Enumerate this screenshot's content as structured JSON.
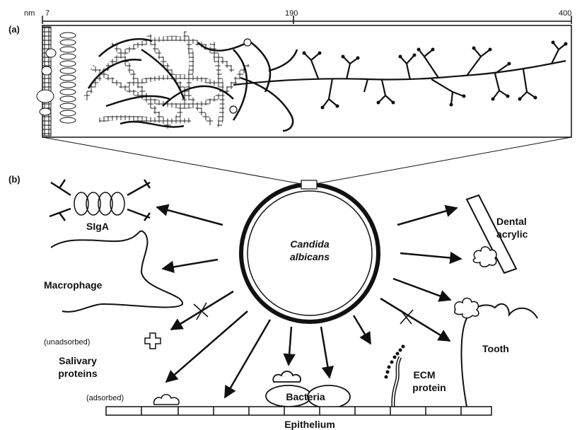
{
  "scale": {
    "unit": "nm",
    "ticks": [
      "7",
      "190",
      "400"
    ]
  },
  "panels": {
    "a": "(a)",
    "b": "(b)"
  },
  "cell": {
    "line1": "Candida",
    "line2": "albicans"
  },
  "labels": {
    "sIgA": "SIgA",
    "macrophage": "Macrophage",
    "unadsorbed": "(unadsorbed)",
    "salivary_line1": "Salivary",
    "salivary_line2": "proteins",
    "adsorbed": "(adsorbed)",
    "bacteria": "Bacteria",
    "ecm_line1": "ECM",
    "ecm_line2": "protein",
    "tooth": "Tooth",
    "dental_line1": "Dental",
    "dental_line2": "acrylic",
    "epithelium": "Epithelium"
  },
  "colors": {
    "ink": "#111111",
    "background": "#ffffff"
  }
}
